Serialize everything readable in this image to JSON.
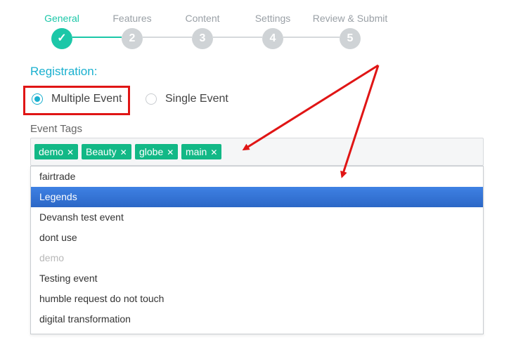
{
  "stepper": {
    "steps": [
      {
        "label": "General",
        "number": "✓",
        "active": true
      },
      {
        "label": "Features",
        "number": "2",
        "active": false
      },
      {
        "label": "Content",
        "number": "3",
        "active": false
      },
      {
        "label": "Settings",
        "number": "4",
        "active": false
      },
      {
        "label": "Review & Submit",
        "number": "5",
        "active": false
      }
    ]
  },
  "registration": {
    "title": "Registration:",
    "options": [
      {
        "label": "Multiple Event",
        "checked": true
      },
      {
        "label": "Single Event",
        "checked": false
      }
    ]
  },
  "event_tags": {
    "label": "Event Tags",
    "tags": [
      "demo",
      "Beauty",
      "globe",
      "main"
    ],
    "remove_symbol": "✕"
  },
  "dropdown": {
    "options": [
      {
        "label": "fairtrade",
        "state": "normal"
      },
      {
        "label": "Legends",
        "state": "selected"
      },
      {
        "label": "Devansh test event",
        "state": "normal"
      },
      {
        "label": "dont use",
        "state": "normal"
      },
      {
        "label": "demo",
        "state": "disabled"
      },
      {
        "label": "Testing event",
        "state": "normal"
      },
      {
        "label": "humble request do not touch",
        "state": "normal"
      },
      {
        "label": "digital transformation",
        "state": "normal"
      }
    ]
  },
  "colors": {
    "accent": "#1cc7a8",
    "title_blue": "#1ab0cf",
    "tag_green": "#12b886",
    "selected_blue": "#3875d7",
    "annotation_red": "#e01515"
  }
}
